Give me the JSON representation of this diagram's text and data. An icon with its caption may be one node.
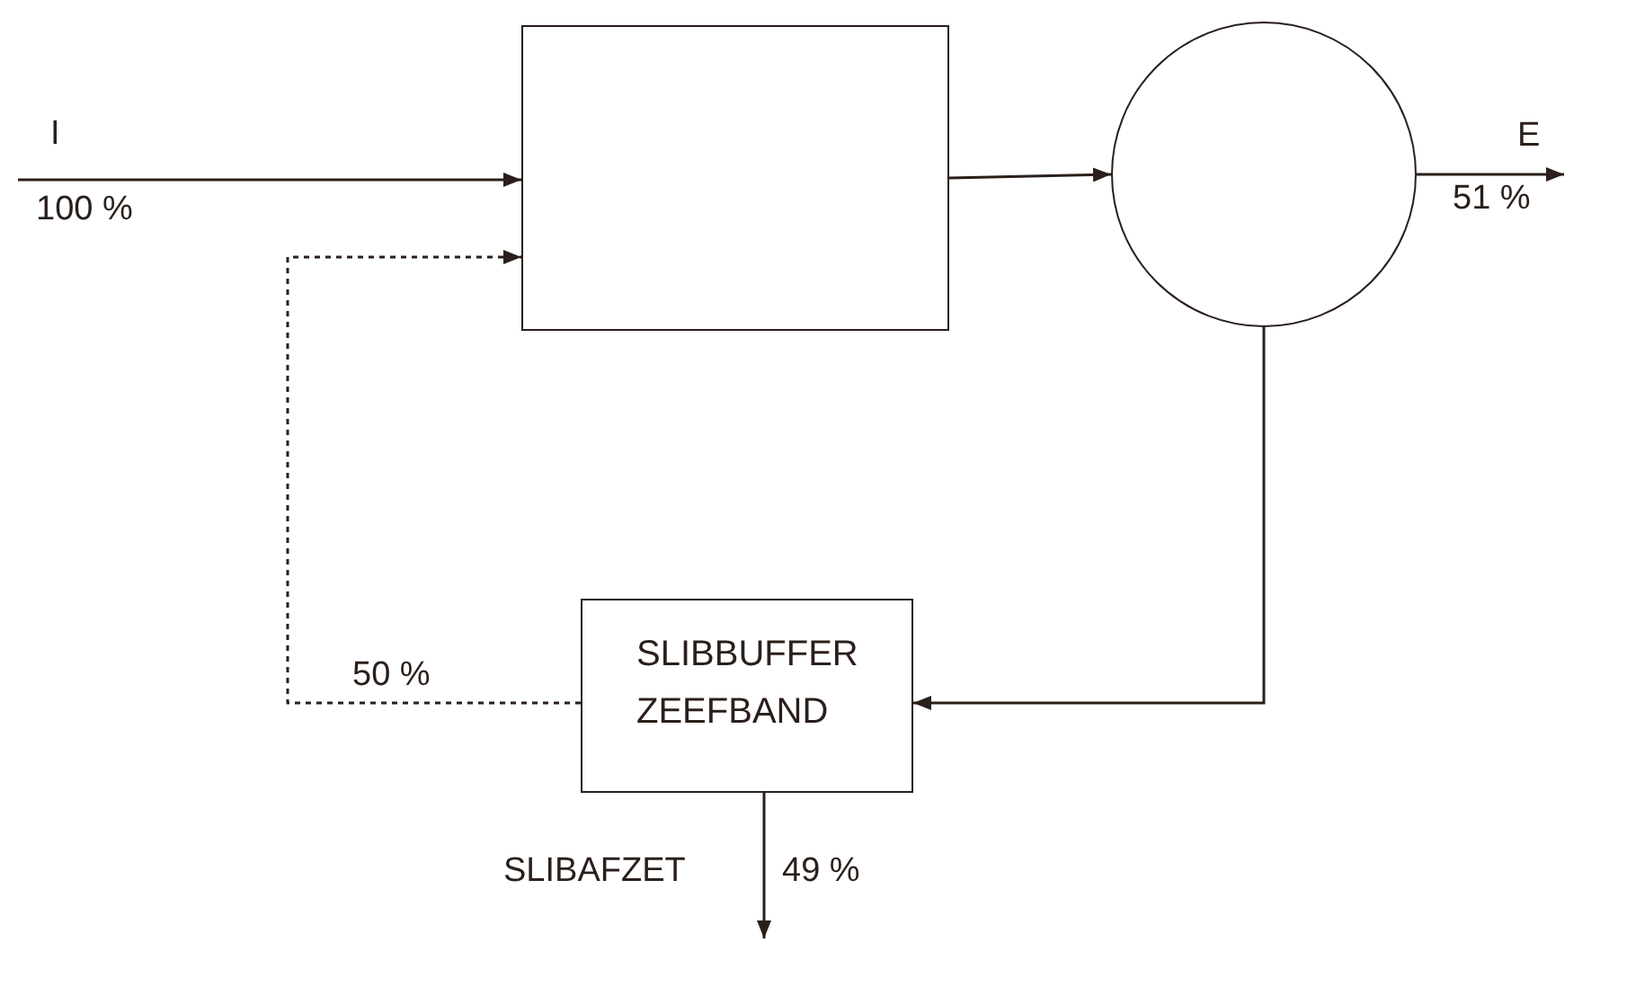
{
  "diagram": {
    "nodes": [
      {
        "text": [],
        "shape": "box"
      },
      {
        "text": [],
        "shape": "circle"
      },
      {
        "text": [
          "SLIBBUFFER ZEEFBAND"
        ]
      }
    ],
    "edges": [
      {
        "from": null,
        "to": 0,
        "arrow": "to"
      },
      {
        "from": 0,
        "to": 1,
        "arrow": "to"
      },
      {
        "from": 1,
        "to": null,
        "arrow": "to",
        "label": "E"
      },
      {
        "from": 1,
        "to": 2,
        "arrow": "to"
      },
      {
        "from": 2,
        "to": 0,
        "arrow": "to",
        "style": "dashed"
      },
      {
        "from": 2,
        "to": null,
        "arrow": "to"
      }
    ],
    "labels": [
      "I",
      "100 %",
      "51 %",
      "50 %",
      "SLIBAFZET",
      "49 %"
    ]
  }
}
